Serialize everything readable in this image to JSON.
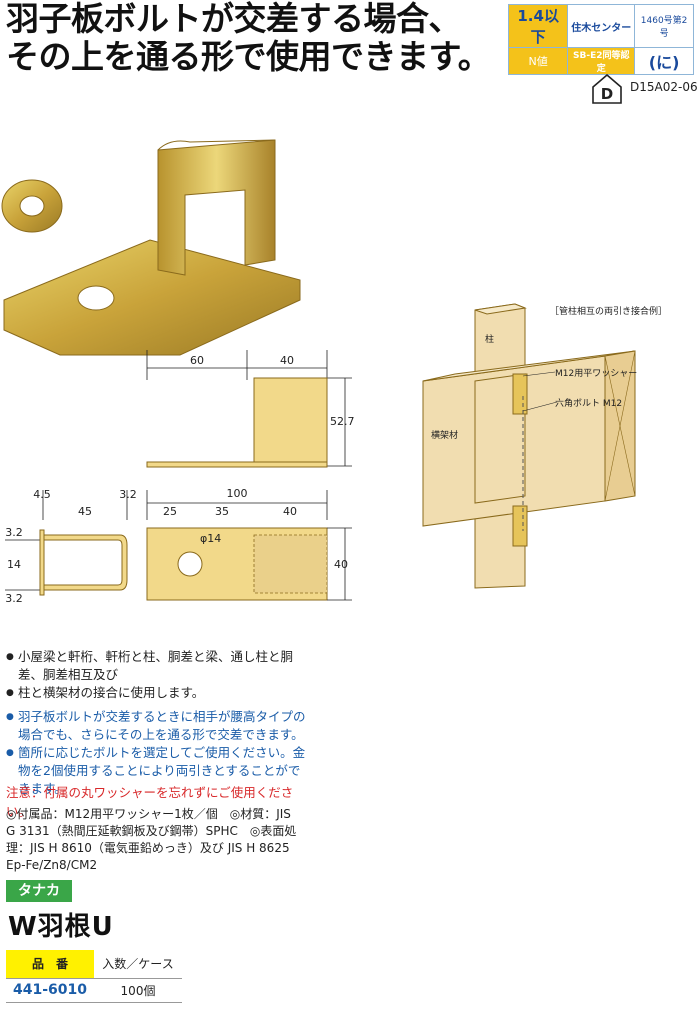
{
  "headline": {
    "line1": "羽子板ボルトが交差する場合、",
    "line2": "その上を通る形で使用できます。"
  },
  "spec_table": {
    "n_value": "1.4以下",
    "n_label": "N値",
    "org": "住木センター",
    "number": "1460号第2号",
    "cert": "SB-E2同等認定",
    "grade": "(に)"
  },
  "d_mark": {
    "letter": "D",
    "code": "D15A02-06"
  },
  "drawing": {
    "top_dims": [
      "60",
      "40",
      "52.7"
    ],
    "side_dims": [
      "4.5",
      "45",
      "3.2",
      "3.2",
      "14",
      "3.2"
    ],
    "plan_dims": [
      "100",
      "25",
      "35",
      "40",
      "φ14",
      "40"
    ]
  },
  "construction": {
    "caption": "［管柱相互の両引き接合例］",
    "post_label": "柱",
    "beam_label": "横架材",
    "washer_label": "M12用平ワッシャー",
    "bolt_label": "六角ボルト M12"
  },
  "uses": [
    "小屋梁と軒桁、軒桁と柱、胴差と梁、通し柱と胴差、胴差相互及び",
    "柱と横架材の接合に使用します。"
  ],
  "features": [
    "羽子板ボルトが交差するときに相手が腰高タイプの場合でも、さらにその上を通る形で交差できます。",
    "箇所に応じたボルトを選定してご使用ください。金物を2個使用することにより両引きとすることができます。"
  ],
  "notice": "注意：付属の丸ワッシャーを忘れずにご使用ください。",
  "specs": "◎付属品：M12用平ワッシャー1枚／個　◎材質：JIS G 3131（熱間圧延軟鋼板及び鋼帯）SPHC　◎表面処理：JIS H 8610（電気亜鉛めっき）及び JIS H 8625 Ep-Fe/Zn8/CM2",
  "brand": "タナカ",
  "product_name": "W羽根U",
  "order_table": {
    "headers": [
      "品　番",
      "入数／ケース"
    ],
    "rows": [
      {
        "code": "441-6010",
        "qty": "100個"
      }
    ]
  },
  "colors": {
    "accent_yellow": "#f4c21a",
    "brand_green": "#3aa648",
    "link_blue": "#1a5ca8",
    "warning_red": "#d8282a"
  }
}
